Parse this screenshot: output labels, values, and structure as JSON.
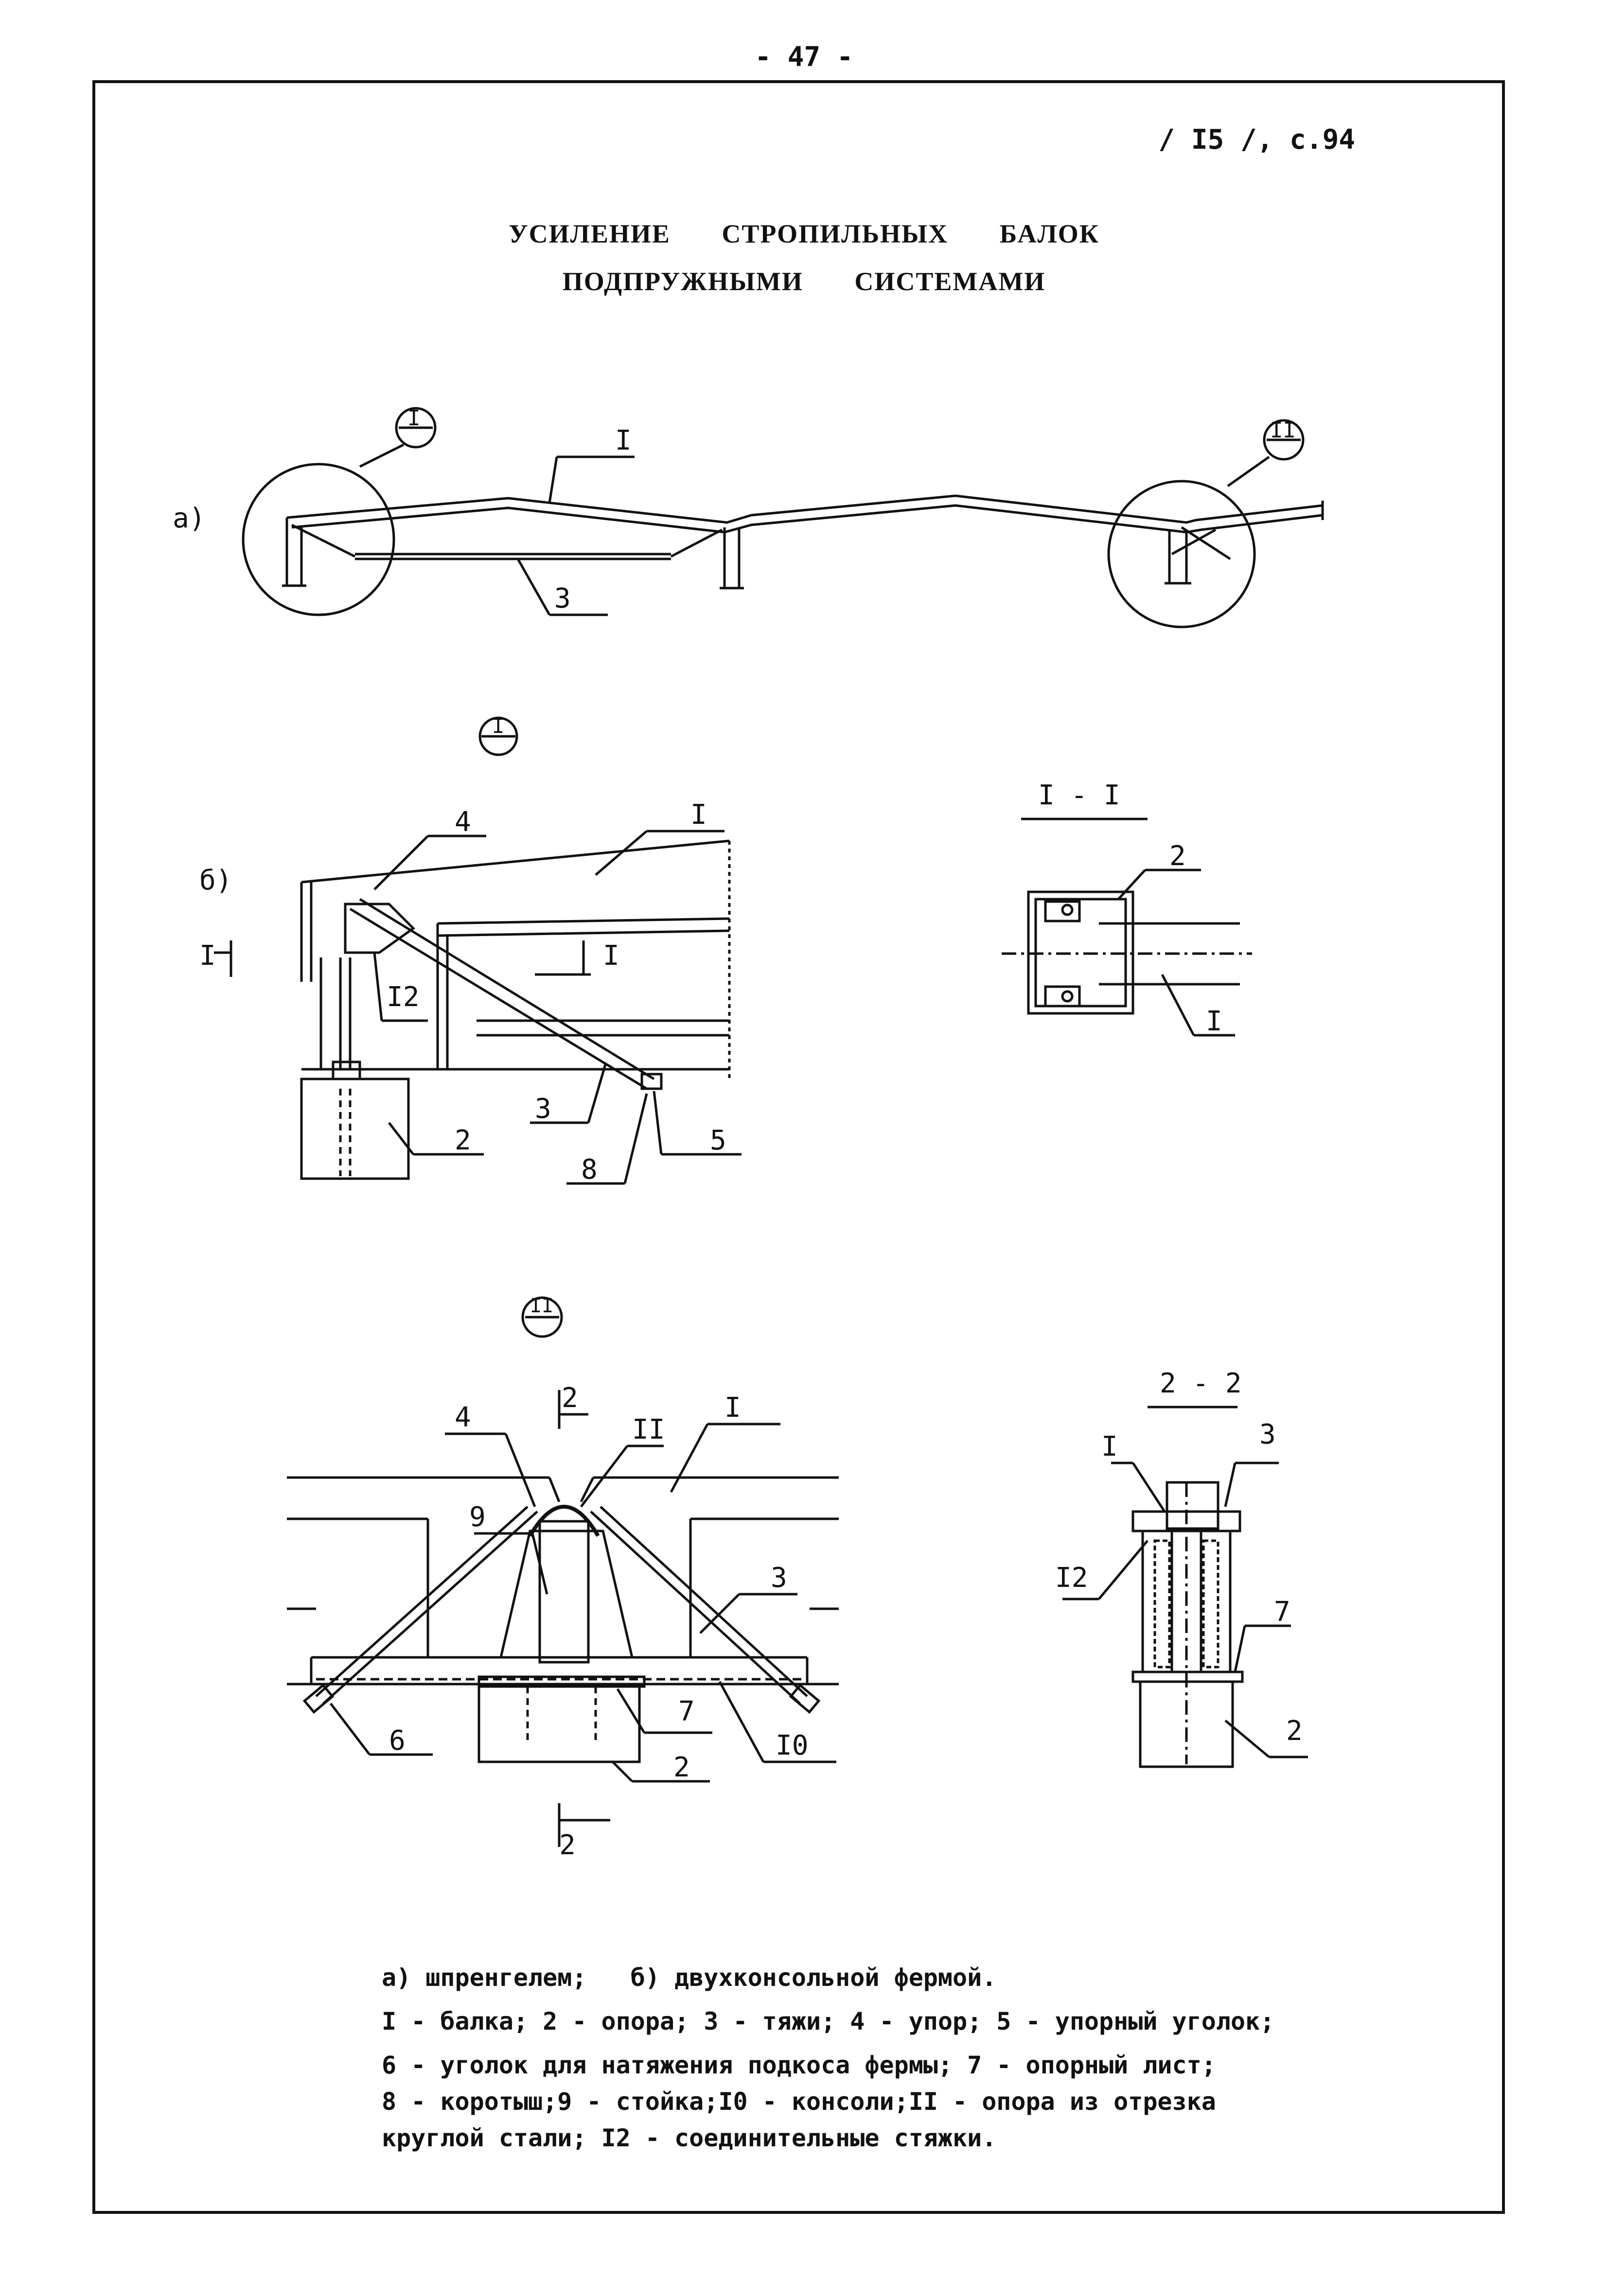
{
  "page_number": "- 47 -",
  "reference": "/ I5 /, с.94",
  "title": {
    "line1": "УСИЛЕНИЕ СТРОПИЛЬНЫХ БАЛОК",
    "line2": "ПОДПРУЖНЫМИ СИСТЕМАМИ"
  },
  "view_a": {
    "label": "а)",
    "node_I": "I",
    "node_II": "II",
    "beam": "I",
    "tie": "3"
  },
  "view_b": {
    "label": "б)",
    "node_marker": "I",
    "section_mark_left": "I",
    "section_mark_right": "I",
    "labels": {
      "stop": "4",
      "beam": "I",
      "ties_connect": "I2",
      "support": "2",
      "tie": "3",
      "short": "8",
      "stop_angle": "5"
    }
  },
  "section_1_1": {
    "title": "I - I",
    "labels": {
      "support": "2",
      "beam": "I"
    }
  },
  "node_II_detail": {
    "node_marker": "II",
    "section_mark_top": "2",
    "section_mark_bottom": "2",
    "labels": {
      "stop": "4",
      "round_support": "II",
      "beam": "I",
      "post": "9",
      "tie": "3",
      "angle": "6",
      "plate": "7",
      "support": "2",
      "console": "I0"
    }
  },
  "section_2_2": {
    "title": "2 - 2",
    "labels": {
      "beam": "I",
      "tie": "3",
      "ties_connect": "I2",
      "plate": "7",
      "support": "2"
    }
  },
  "caption": {
    "line1": "а) шпренгелем;   б) двухконсольной фермой.",
    "line2": "I - балка; 2 - опора; 3 - тяжи; 4 - упор; 5 - упорный уголок;",
    "line3": "6 - уголок для натяжения подкоса фермы; 7 - опорный лист;",
    "line4": "8 - коротыш;9 - стойка;I0 - консоли;II - опора из отрезка",
    "line5": "круглой стали; I2 - соединительные стяжки."
  }
}
